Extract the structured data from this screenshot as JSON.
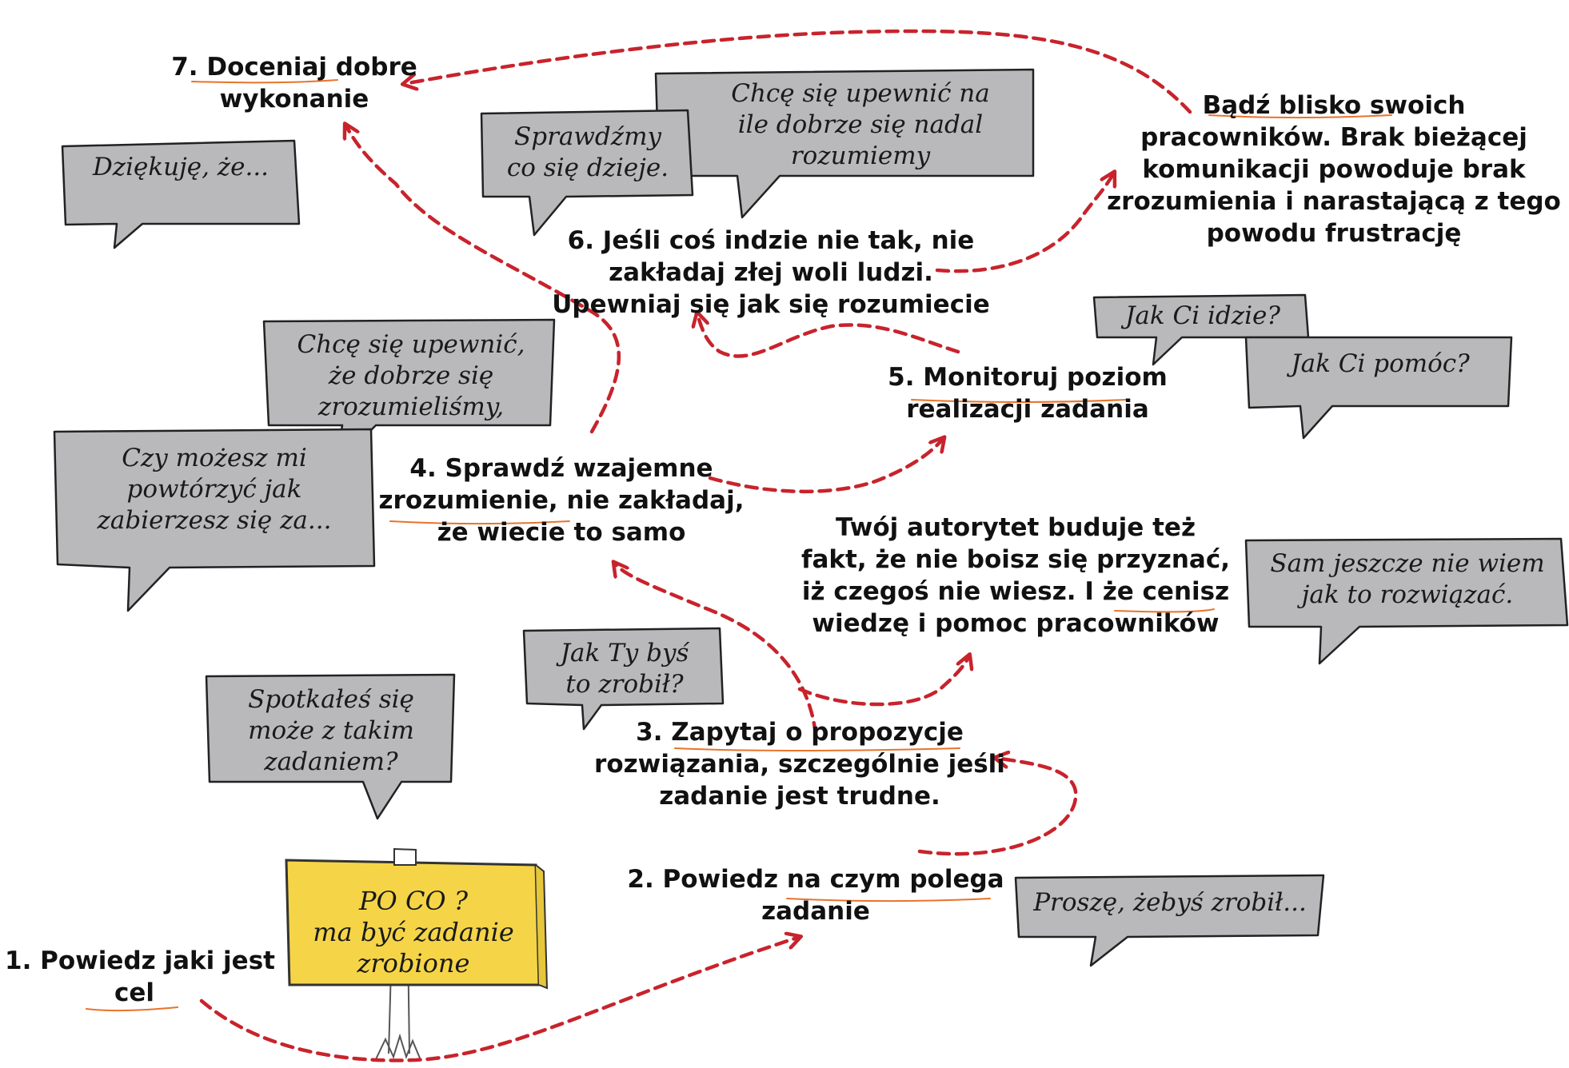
{
  "colors": {
    "arrow": "#c8232c",
    "bubble": "#b9b9bb",
    "bubble_stroke": "#222222",
    "sign": "#f5d547",
    "underline": "#e8732a",
    "text": "#111111"
  },
  "steps": {
    "s1": [
      "1. Powiedz jaki jest",
      "cel"
    ],
    "s2": [
      "2. Powiedz na czym polega",
      "zadanie"
    ],
    "s3": [
      "3. Zapytaj o propozycje",
      "rozwiązania, szczególnie jeśli",
      "zadanie jest trudne."
    ],
    "s4": [
      "4. Sprawdź wzajemne",
      "zrozumienie, nie zakładaj,",
      "że wiecie to samo"
    ],
    "s5": [
      "5. Monitoruj poziom",
      "realizacji zadania"
    ],
    "s6": [
      "6. Jeśli coś indzie nie tak, nie",
      "zakładaj złej woli ludzi.",
      "Upewniaj się jak się rozumiecie"
    ],
    "s7": [
      "7. Doceniaj dobre",
      "wykonanie"
    ]
  },
  "notes": {
    "blisko": [
      "Bądź blisko swoich",
      "pracowników. Brak bieżącej",
      "komunikacji powoduje brak",
      "zrozumienia i narastającą z tego",
      "powodu frustrację"
    ],
    "autorytet": [
      "Twój autorytet buduje też",
      "fakt, że nie boisz się przyznać,",
      "iż czegoś nie wiesz. I że cenisz",
      "wiedzę i pomoc pracowników"
    ]
  },
  "bubbles": {
    "dziekuje": [
      "Dziękuję, że..."
    ],
    "sprawdzmy": [
      "Sprawdźmy",
      "co się dzieje."
    ],
    "chce_nadal": [
      "Chcę się upewnić na",
      "ile dobrze się nadal",
      "rozumiemy"
    ],
    "chce_upewnic": [
      "Chcę się upewnić,",
      "że dobrze się",
      "zrozumieliśmy,"
    ],
    "czy_mozesz": [
      "Czy możesz mi",
      "powtórzyć jak",
      "zabierzesz się za..."
    ],
    "jak_idzie": [
      "Jak Ci idzie?"
    ],
    "jak_pomoc": [
      "Jak Ci pomóc?"
    ],
    "sam_jeszcze": [
      "Sam jeszcze nie wiem",
      "jak to rozwiązać."
    ],
    "jak_ty": [
      "Jak Ty byś",
      "to zrobił?"
    ],
    "spotkales": [
      "Spotkałeś się",
      "może z takim",
      "zadaniem?"
    ],
    "prosze": [
      "Proszę, żebyś zrobił..."
    ]
  },
  "sign": [
    "PO CO ?",
    "ma być zadanie",
    "zrobione"
  ]
}
